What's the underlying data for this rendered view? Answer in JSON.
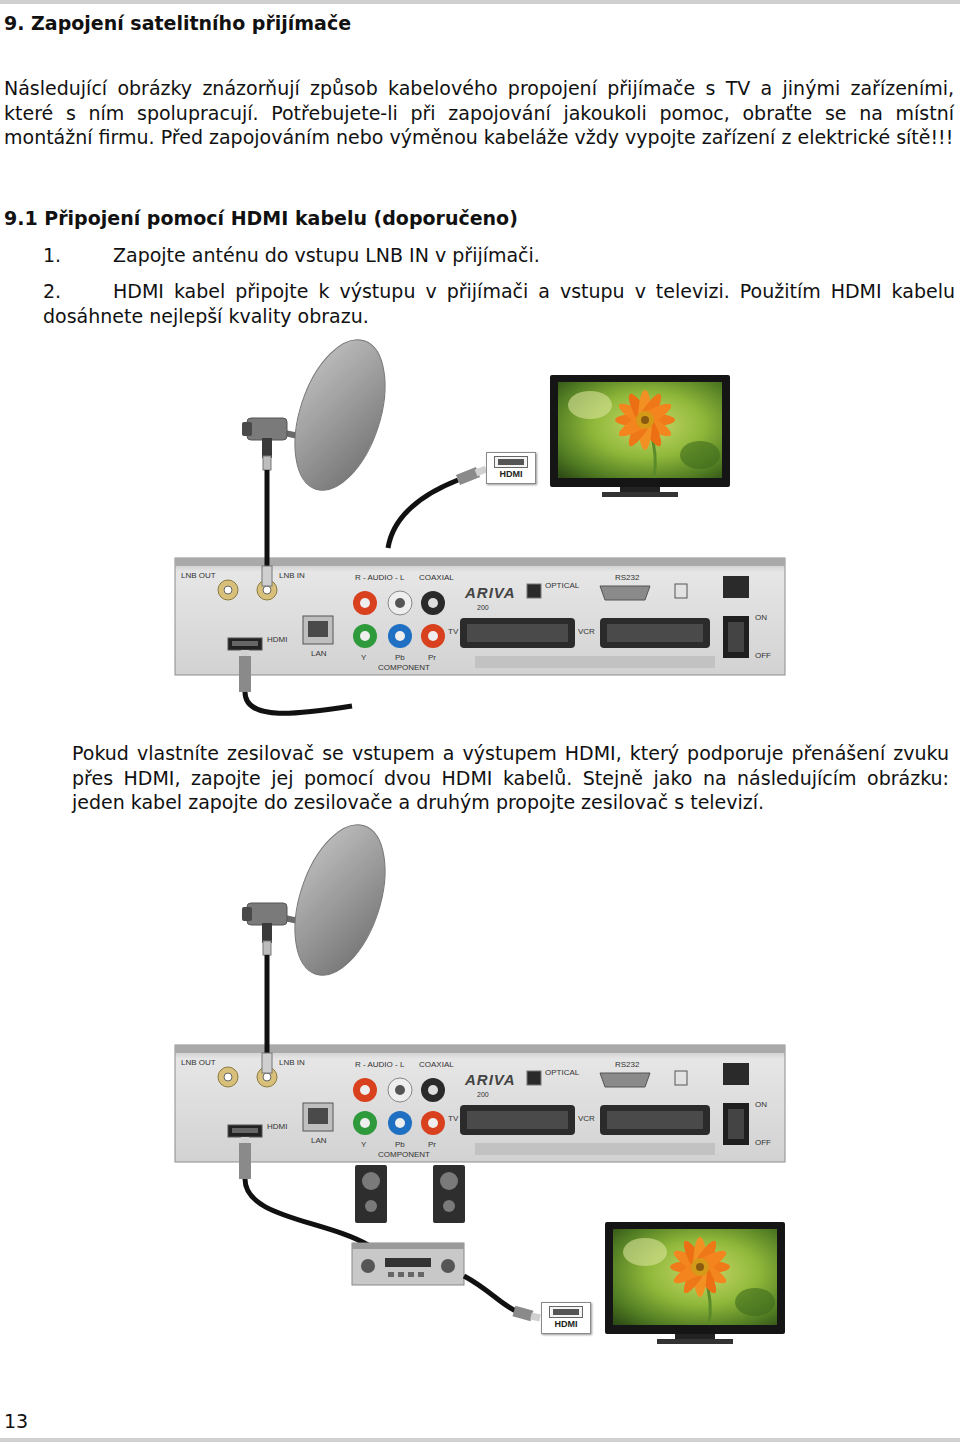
{
  "diagram": {
    "title": "9. Zapojení satelitního přijímače",
    "nodes": [
      {
        "text": [
          "HDMI"
        ]
      },
      {
        "text": [
          "HDMI"
        ]
      }
    ],
    "labels": [
      "Následující obrázky znázorňují způsob kabelového propojení přijímače s TV a jinými zařízeními, které s ním spolupracují. Potřebujete-li při zapojování jakoukoli pomoc, obraťte se na místní montážní firmu. Před zapojováním nebo výměnou kabeláže vždy vypojte zařízení z elektrické sítě!!!",
      "9.1 Připojení pomocí HDMI kabelu (doporučeno)",
      "1.",
      "Zapojte anténu do vstupu LNB IN v přijímači.",
      "2.",
      "HDMI kabel připojte k výstupu v přijímači a vstupu v televizi. Použitím HDMI kabelu dosáhnete nejlepší kvality obrazu.",
      "LNB OUT",
      "LNB IN",
      "R - AUDIO - L",
      "COAXIAL",
      "ARIVA",
      "200",
      "OPTICAL",
      "RS232",
      "HDMI",
      "LAN",
      "Y",
      "Pb",
      "Pr",
      "COMPONENT",
      "TV",
      "VCR",
      "ON",
      "OFF",
      "Pokud vlastníte zesilovač se vstupem a výstupem HDMI, který podporuje přenášení zvuku přes HDMI, zapojte jej pomocí dvou HDMI kabelů. Stejně jako na následujícím obrázku: jeden kabel zapojte do zesilovače a druhým propojte zesilovač s televizí.",
      "LNB OUT",
      "LNB IN",
      "R - AUDIO - L",
      "COAXIAL",
      "ARIVA",
      "200",
      "OPTICAL",
      "RS232",
      "HDMI",
      "LAN",
      "Y",
      "Pb",
      "Pr",
      "COMPONENT",
      "TV",
      "VCR",
      "ON",
      "OFF",
      "13"
    ]
  }
}
